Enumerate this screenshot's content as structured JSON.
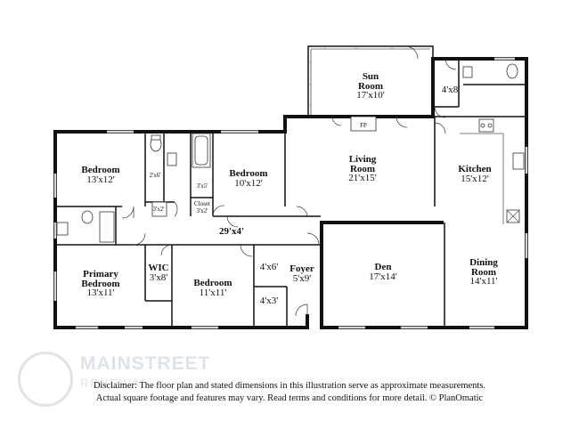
{
  "rooms": {
    "sun_room": {
      "name1": "Sun",
      "name2": "Room",
      "dim": "17'x10'"
    },
    "bath_top_right": {
      "dim": "4'x8'"
    },
    "bedroom_nw": {
      "name": "Bedroom",
      "dim": "13'x12'"
    },
    "closet_2x6": {
      "dim": "2'x6'"
    },
    "closet_3x2": {
      "dim": "3'x2'"
    },
    "bath_3x5": {
      "dim": "3'x5'"
    },
    "closet_small": {
      "name": "Closet",
      "dim": "3'x2'"
    },
    "bedroom_n": {
      "name": "Bedroom",
      "dim": "10'x12'"
    },
    "fireplace": {
      "name": "FP"
    },
    "living_room": {
      "name": "Living",
      "name2": "Room",
      "dim": "21'x15'"
    },
    "kitchen": {
      "name": "Kitchen",
      "dim": "15'x12'"
    },
    "hall": {
      "dim": "29'x4'"
    },
    "primary_bedroom": {
      "name1": "Primary",
      "name2": "Bedroom",
      "dim": "13'x11'"
    },
    "wic": {
      "name": "WIC",
      "dim": "3'x8'"
    },
    "bedroom_s": {
      "name": "Bedroom",
      "dim": "11'x11'"
    },
    "closet_4x6": {
      "dim": "4'x6'"
    },
    "closet_4x3": {
      "dim": "4'x3'"
    },
    "foyer": {
      "name": "Foyer",
      "dim": "5'x9'"
    },
    "den": {
      "name": "Den",
      "dim": "17'x14'"
    },
    "dining_room": {
      "name1": "Dining",
      "name2": "Room",
      "dim": "14'x11'"
    }
  },
  "watermark": {
    "line1": "MAINSTREET",
    "line2": "RENEWAL"
  },
  "disclaimer": {
    "line1": "Disclaimer: The floor plan and stated dimensions in this illustration serve as approximate measurements.",
    "line2": "Actual square footage and features may vary. Read terms and conditions for more detail. © PlanOmatic"
  },
  "colors": {
    "wall": "#111111",
    "watermark": "#4a6b8a",
    "background": "#ffffff"
  }
}
